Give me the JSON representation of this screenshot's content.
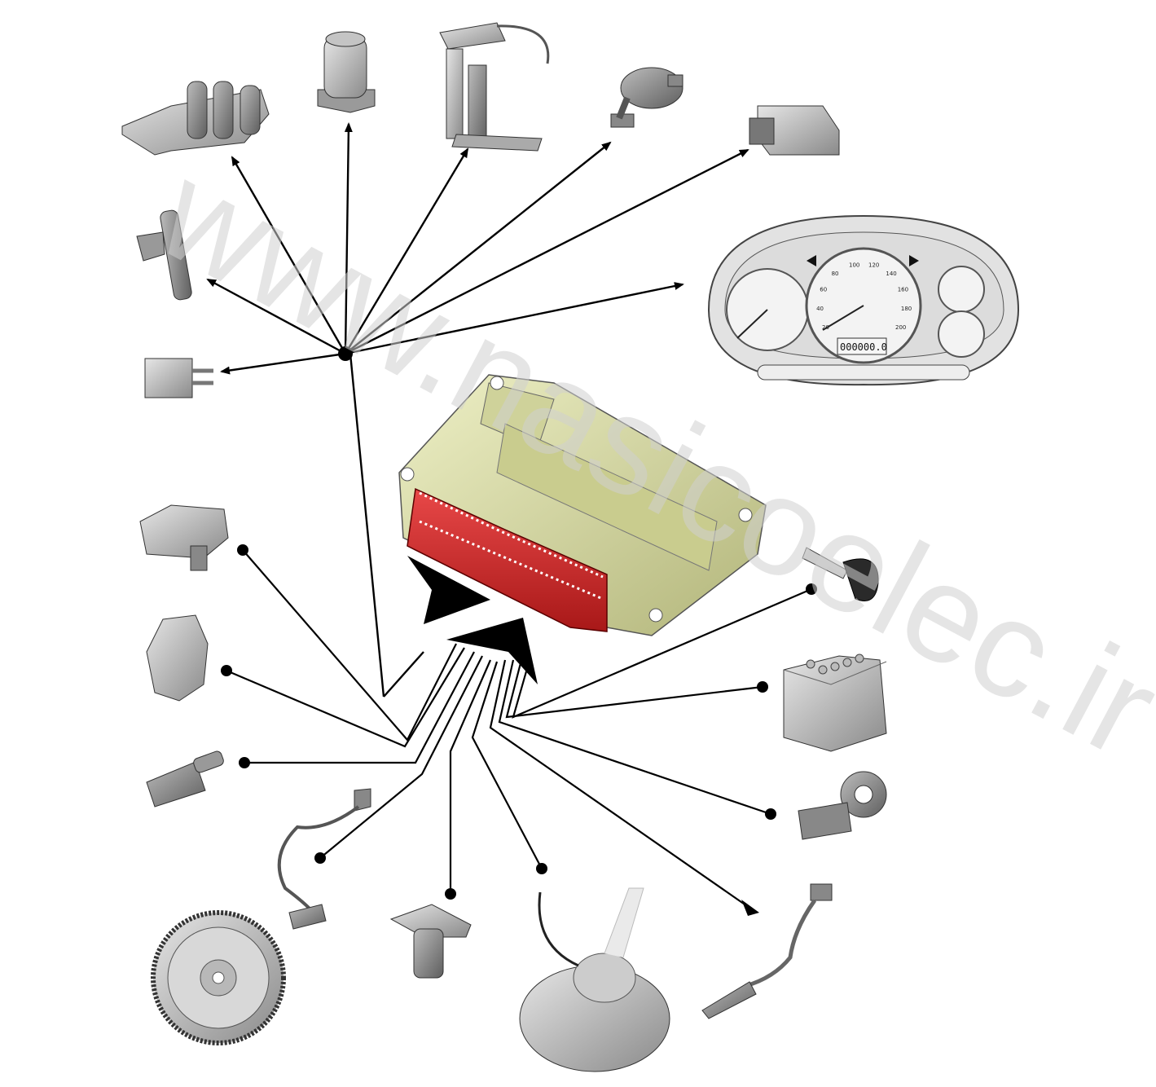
{
  "diagram": {
    "ecu": {
      "connector_color": "#d42a2a",
      "housing_color": "#d9dc9e"
    },
    "cluster": {
      "odometer": "000000.0",
      "speed_ticks": [
        "20",
        "40",
        "60",
        "80",
        "100",
        "120",
        "140",
        "160",
        "180",
        "200"
      ]
    },
    "components": [
      "ignition-coil",
      "canister-valve",
      "fuel-pump",
      "vapor-valve",
      "relay-module",
      "fuel-injector",
      "instrument-cluster",
      "main-relay",
      "map-sensor",
      "throttle-sensor",
      "coolant-temp-sensor",
      "crankshaft-sensor",
      "camshaft-sensor",
      "abs-wheel-sensor",
      "oxygen-sensor",
      "knock-sensor",
      "battery",
      "ignition-key"
    ]
  },
  "watermark": {
    "text": "www.nasicoelec.ir",
    "color": "#d0d0d0"
  }
}
